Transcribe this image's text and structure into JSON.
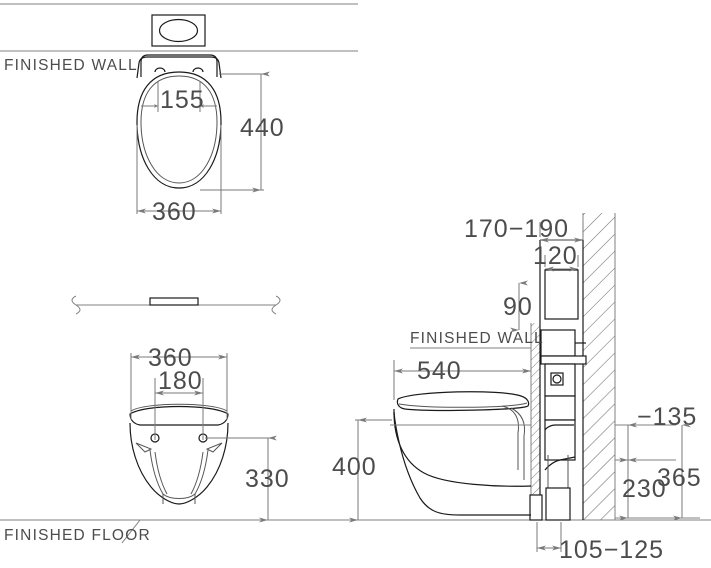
{
  "drawing": {
    "title": "Wall-hung toilet installation drawing",
    "units": "mm",
    "line_color": "#4c4c4c",
    "object_color": "#1a1a1a"
  },
  "labels": {
    "finished_wall_top": "FINISHED  WALL",
    "finished_wall_side": "FINISHED  WALL",
    "finished_floor": "FINISHED  FLOOR"
  },
  "views": {
    "plan": {
      "name": "Top plan view",
      "dimensions": {
        "seat_bolt_spacing": "155",
        "length": "440",
        "width": "360"
      }
    },
    "front": {
      "name": "Front elevation view",
      "dimensions": {
        "width": "360",
        "bolt_spacing": "180",
        "floor_to_underside": "330"
      }
    },
    "side": {
      "name": "Side elevation / section view",
      "dimensions": {
        "cistern_offset_range": "170−190",
        "cistern_depth": "120",
        "flush_pipe": "90",
        "projection": "540",
        "seat_height": "400",
        "waste_center_from_wall": "135",
        "waste_low": "230",
        "waste_high": "365",
        "floor_outlet_range": "105−125"
      }
    }
  },
  "dimension_values": {
    "d155": "155",
    "d440": "440",
    "d360_plan": "360",
    "d360_front": "360",
    "d180": "180",
    "d330": "330",
    "d400": "400",
    "d170_190": "170−190",
    "d120": "120",
    "d90": "90",
    "d540": "540",
    "d135": "−135",
    "d365": "365",
    "d230": "230",
    "d105_125": "105−125"
  }
}
